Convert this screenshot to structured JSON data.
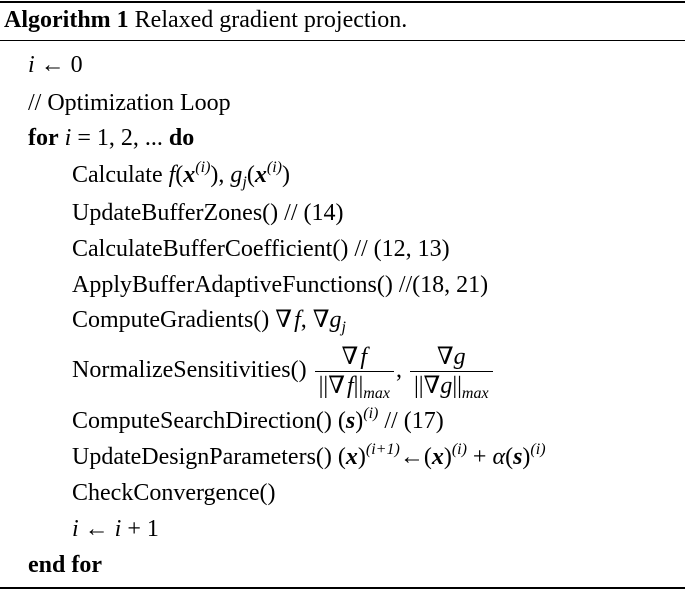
{
  "caption": {
    "label": "Algorithm 1",
    "title": "Relaxed gradient projection."
  },
  "lines": {
    "init_var": "i",
    "arrow": "←",
    "zero": "0",
    "comment_opt": "// Optimization Loop",
    "for_kw": "for",
    "for_var": "i",
    "for_eq": " = 1, 2, ... ",
    "do_kw": "do",
    "calculate": "Calculate ",
    "f": "f",
    "x_bold": "x",
    "sup_i": "(i)",
    "g": "g",
    "sub_j": "j",
    "update_buffer": "UpdateBufferZones() // (14)",
    "calc_buffer_coef": "CalculateBufferCoefficient() // (12, 13)",
    "apply_buffer": "ApplyBufferAdaptiveFunctions() //(18, 21)",
    "compute_gradients": "ComputeGradients() ",
    "nabla": "∇",
    "normalize": "NormalizeSensitivities() ",
    "norm_bars": "||",
    "max": "max",
    "compute_search": "ComputeSearchDirection() ",
    "s_bold": "s",
    "comment_17": " // (17)",
    "update_design": "UpdateDesignParameters() ",
    "sup_ip1": "(i+1)",
    "alpha": "α",
    "check_conv": "CheckConvergence()",
    "increment_rhs": " + 1",
    "end_for": "end for"
  }
}
